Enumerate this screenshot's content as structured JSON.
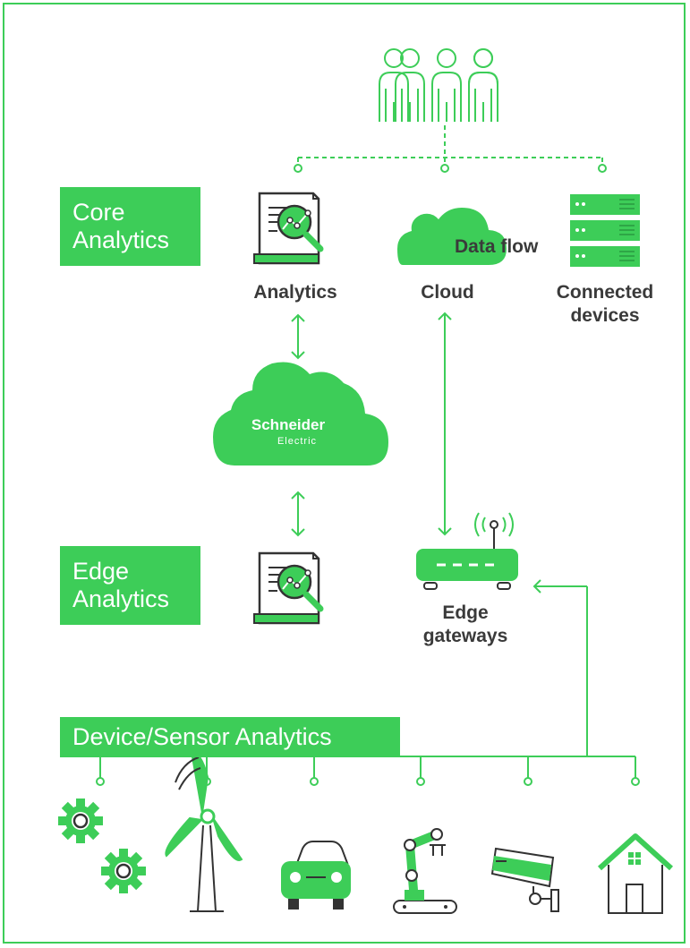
{
  "tiers": {
    "core": "Core\nAnalytics",
    "edge": "Edge\nAnalytics",
    "device": "Device/Sensor Analytics"
  },
  "nodes": {
    "analytics": "Analytics",
    "cloud": "Cloud",
    "connected_devices": "Connected\ndevices",
    "edge_gateways": "Edge\ngateways"
  },
  "connector_label": "Data flow",
  "brand": {
    "line1": "Schneider",
    "line2": "Electric"
  },
  "colors": {
    "accent": "#3dcd58",
    "dark": "#333333",
    "background": "#ffffff"
  },
  "icons": {
    "top": "users-group-icon",
    "core": [
      "analytics-report-icon",
      "cloud-icon",
      "server-rack-icon"
    ],
    "edge": [
      "analytics-report-icon",
      "router-gateway-icon"
    ],
    "devices": [
      "gears-icon",
      "wind-turbine-icon",
      "car-icon",
      "robot-arm-icon",
      "security-camera-icon",
      "house-icon"
    ]
  }
}
